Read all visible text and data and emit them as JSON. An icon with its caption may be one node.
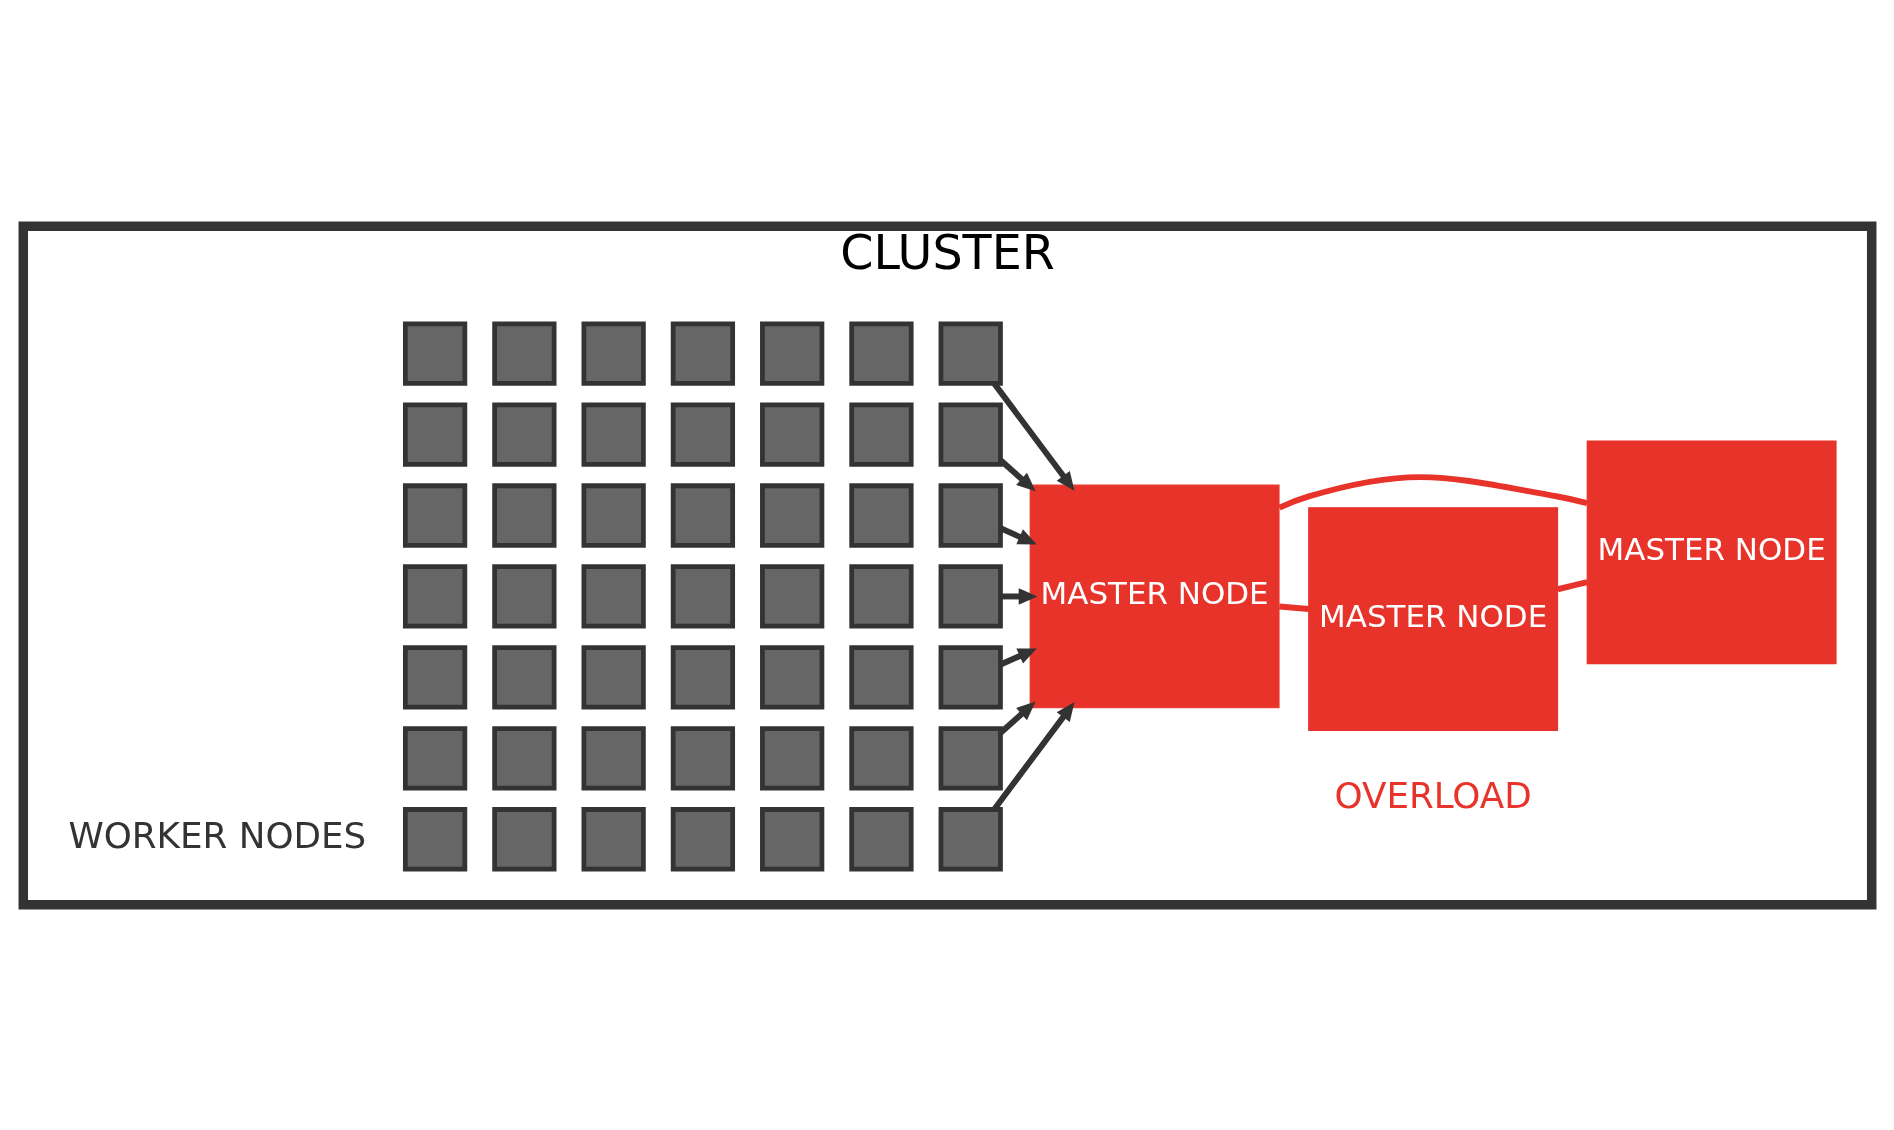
{
  "diagram": {
    "nodes": [
      {
        "text": [
          "CLUSTER"
        ]
      },
      {
        "text": [],
        "shape": "box",
        "in": 0
      },
      {
        "text": [],
        "shape": "box",
        "in": 0
      },
      {
        "text": [],
        "shape": "box",
        "in": 0
      },
      {
        "text": [],
        "shape": "box",
        "in": 0
      },
      {
        "text": [],
        "shape": "box",
        "in": 0
      },
      {
        "text": [],
        "shape": "box",
        "in": 0
      },
      {
        "text": [],
        "shape": "box",
        "in": 0
      },
      {
        "text": [],
        "shape": "box",
        "in": 0
      },
      {
        "text": [],
        "shape": "box",
        "in": 0
      },
      {
        "text": [],
        "shape": "box",
        "in": 0
      },
      {
        "text": [],
        "shape": "box",
        "in": 0
      },
      {
        "text": [],
        "shape": "box",
        "in": 0
      },
      {
        "text": [],
        "shape": "box",
        "in": 0
      },
      {
        "text": [],
        "shape": "box",
        "in": 0
      },
      {
        "text": [],
        "shape": "box",
        "in": 0
      },
      {
        "text": [],
        "shape": "box",
        "in": 0
      },
      {
        "text": [],
        "shape": "box",
        "in": 0
      },
      {
        "text": [],
        "shape": "box",
        "in": 0
      },
      {
        "text": [],
        "shape": "box",
        "in": 0
      },
      {
        "text": [],
        "shape": "box",
        "in": 0
      },
      {
        "text": [],
        "shape": "box",
        "in": 0
      },
      {
        "text": [],
        "shape": "box",
        "in": 0
      },
      {
        "text": [],
        "shape": "box",
        "in": 0
      },
      {
        "text": [],
        "shape": "box",
        "in": 0
      },
      {
        "text": [],
        "shape": "box",
        "in": 0
      },
      {
        "text": [],
        "shape": "box",
        "in": 0
      },
      {
        "text": [],
        "shape": "box",
        "in": 0
      },
      {
        "text": [],
        "shape": "box",
        "in": 0
      },
      {
        "text": [],
        "shape": "box",
        "in": 0
      },
      {
        "text": [],
        "shape": "box",
        "in": 0
      },
      {
        "text": [],
        "shape": "box",
        "in": 0
      },
      {
        "text": [],
        "shape": "box",
        "in": 0
      },
      {
        "text": [],
        "shape": "box",
        "in": 0
      },
      {
        "text": [],
        "shape": "box",
        "in": 0
      },
      {
        "text": [],
        "shape": "box",
        "in": 0
      },
      {
        "text": [],
        "shape": "box",
        "in": 0
      },
      {
        "text": [],
        "shape": "box",
        "in": 0
      },
      {
        "text": [],
        "shape": "box",
        "in": 0
      },
      {
        "text": [],
        "shape": "box",
        "in": 0
      },
      {
        "text": [],
        "shape": "box",
        "in": 0
      },
      {
        "text": [],
        "shape": "box",
        "in": 0
      },
      {
        "text": [],
        "shape": "box",
        "in": 0
      },
      {
        "text": [],
        "shape": "box",
        "in": 0
      },
      {
        "text": [],
        "shape": "box",
        "in": 0
      },
      {
        "text": [],
        "shape": "box",
        "in": 0
      },
      {
        "text": [],
        "shape": "box",
        "in": 0
      },
      {
        "text": [],
        "shape": "box",
        "in": 0
      },
      {
        "text": [],
        "shape": "box",
        "in": 0
      },
      {
        "text": [],
        "shape": "box",
        "in": 0
      },
      {
        "text": [
          "MASTER NODE"
        ],
        "in": 0
      },
      {
        "text": [
          "MASTER NODE"
        ],
        "in": 0
      },
      {
        "text": [
          "MASTER NODE"
        ],
        "in": 0
      }
    ],
    "edges": [
      {
        "from": 7,
        "to": 50,
        "arrow": "to"
      },
      {
        "from": 14,
        "to": 50,
        "arrow": "to"
      },
      {
        "from": 21,
        "to": 50,
        "arrow": "to"
      },
      {
        "from": 28,
        "to": 50,
        "arrow": "to"
      },
      {
        "from": 35,
        "to": 50,
        "arrow": "to"
      },
      {
        "from": 42,
        "to": 50,
        "arrow": "to"
      },
      {
        "from": 49,
        "to": 50,
        "arrow": "to"
      },
      {
        "from": 50,
        "to": 51,
        "arrow": "none",
        "color": "#e8332a"
      },
      {
        "from": 50,
        "to": 52,
        "arrow": "none",
        "color": "#e8332a"
      },
      {
        "from": 51,
        "to": 52,
        "arrow": "none",
        "color": "#e8332a"
      }
    ],
    "labels": [
      "WORKER NODES",
      "OVERLOAD"
    ]
  }
}
